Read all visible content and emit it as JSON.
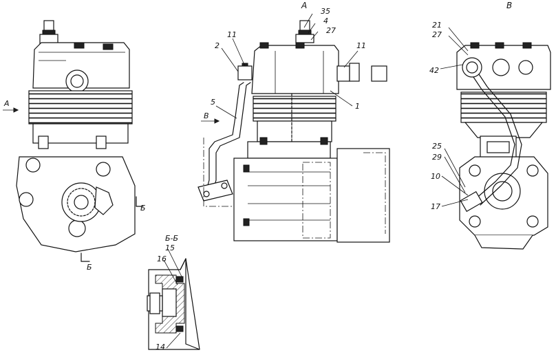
{
  "views": {
    "a": "А",
    "b": "В",
    "section": "Б-Б",
    "cut_top": "Б",
    "cut_bottom": "Б",
    "arrow_a": "А",
    "arrow_b": "В"
  },
  "callouts": {
    "c35": "35",
    "c4": "4",
    "c27a": "27",
    "c11a": "11",
    "c2": "2",
    "c11b": "11",
    "c5": "5",
    "c1": "1",
    "c21": "21",
    "c27b": "27",
    "c42": "42",
    "c25": "25",
    "c29": "29",
    "c10": "10",
    "c17": "17",
    "c15": "15",
    "c16": "16",
    "c14": "14"
  }
}
